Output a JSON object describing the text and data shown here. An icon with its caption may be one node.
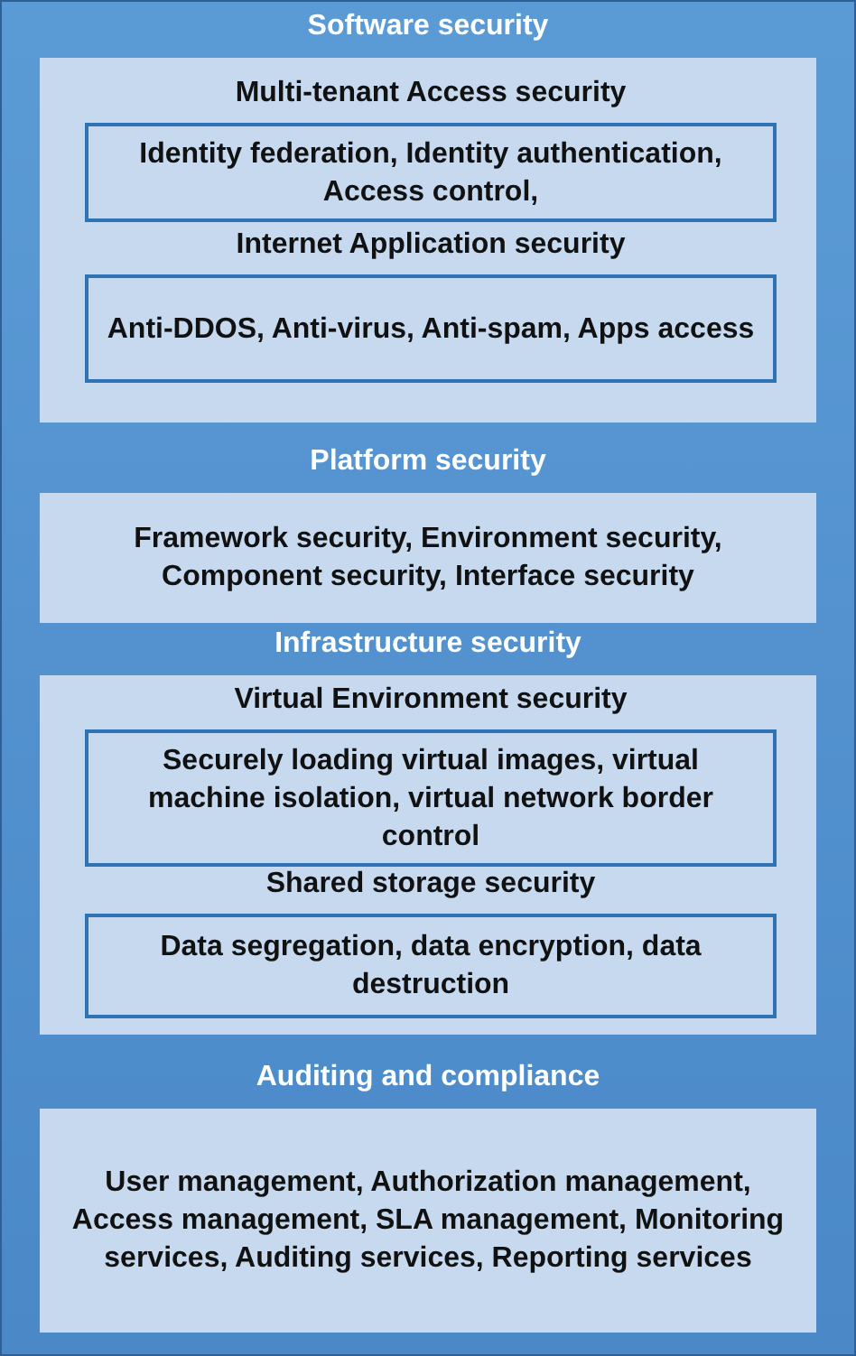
{
  "diagram": {
    "nodes": [
      {
        "text": [
          "Software security"
        ]
      },
      {
        "text": [
          "Multi-tenant Access security",
          "Identity federation, Identity authentication, Access control,"
        ],
        "in": 0
      },
      {
        "text": [
          "Internet Application security",
          "Anti-DDOS, Anti-virus, Anti-spam, Apps access"
        ],
        "in": 0
      },
      {
        "text": [
          "Platform security",
          "Framework security, Environment security, Component security, Interface security"
        ]
      },
      {
        "text": [
          "Infrastructure security"
        ]
      },
      {
        "text": [
          "Virtual Environment security",
          "Securely loading virtual images, virtual machine isolation, virtual network border control"
        ],
        "in": 4
      },
      {
        "text": [
          "Shared storage security",
          "Data segregation, data encryption, data destruction"
        ],
        "in": 4
      },
      {
        "text": [
          "Auditing and compliance",
          "User management, Authorization management, Access management, SLA management, Monitoring services, Auditing services, Reporting services"
        ]
      }
    ]
  }
}
